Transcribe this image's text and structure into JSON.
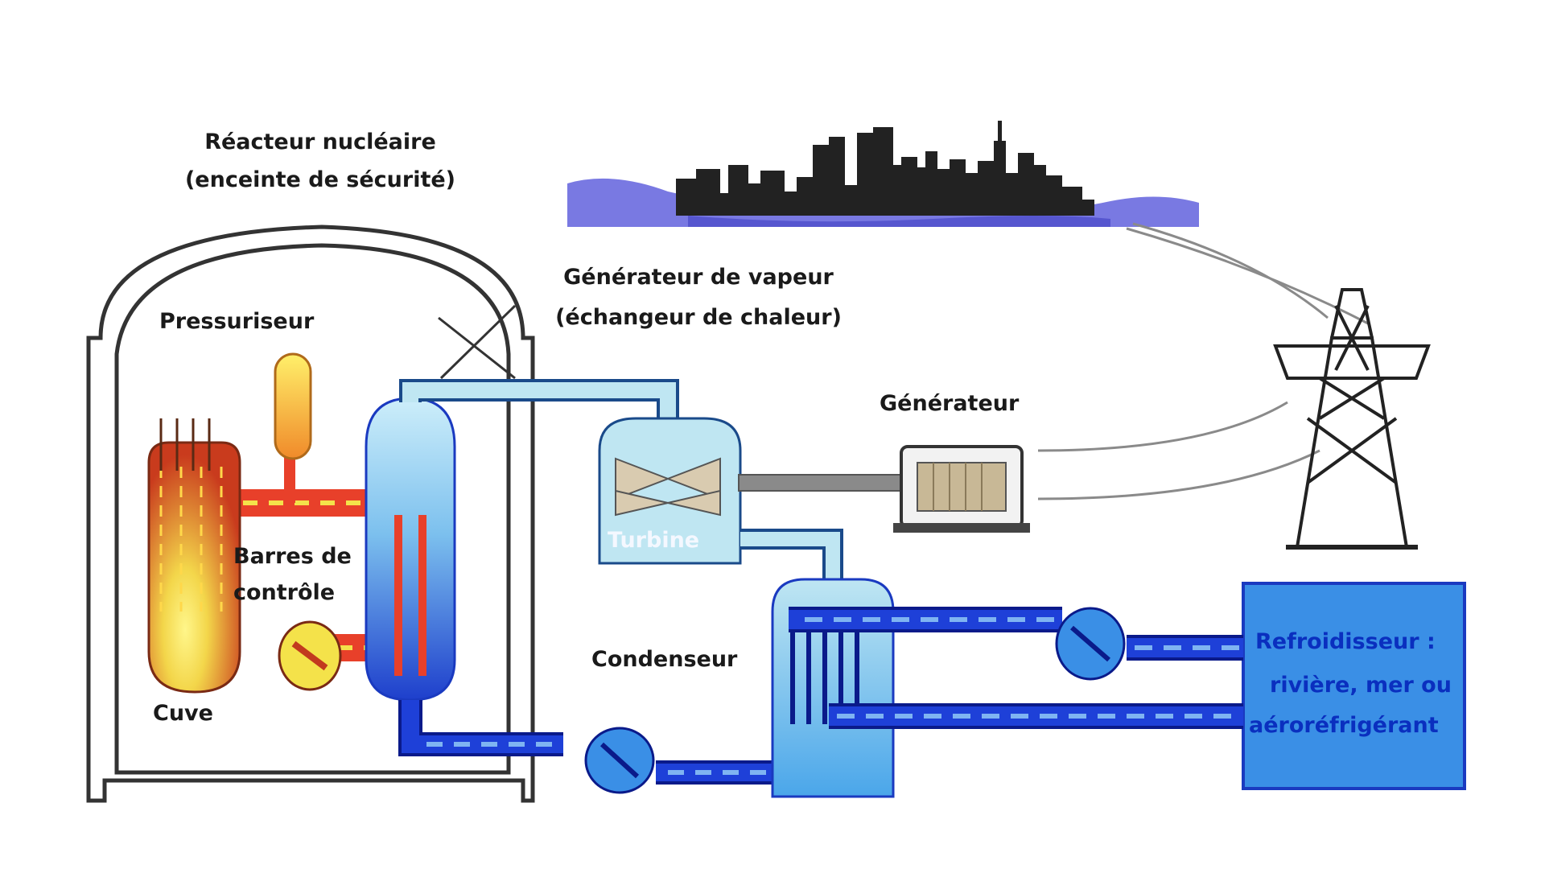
{
  "labels": {
    "reactor_title": "Réacteur nucléaire",
    "reactor_subtitle": "(enceinte de sécurité)",
    "steam_gen_title": "Générateur de vapeur",
    "steam_gen_subtitle": "(échangeur de chaleur)",
    "pressurizer": "Pressuriseur",
    "control_rods_line1": "Barres de",
    "control_rods_line2": "contrôle",
    "vessel": "Cuve",
    "turbine": "Turbine",
    "generator": "Générateur",
    "condenser": "Condenseur",
    "cooler_line1": "Refroidisseur :",
    "cooler_line2": "rivière, mer ou",
    "cooler_line3": "aéroréfrigérant"
  },
  "colors": {
    "primary_hot": "#e8402a",
    "primary_core": "#c23a1e",
    "core_glow": "#f6e26a",
    "steam": "#bfe6f2",
    "water": "#1e40d8",
    "cooling_water": "#3a8fe6",
    "containment": "#333333"
  }
}
